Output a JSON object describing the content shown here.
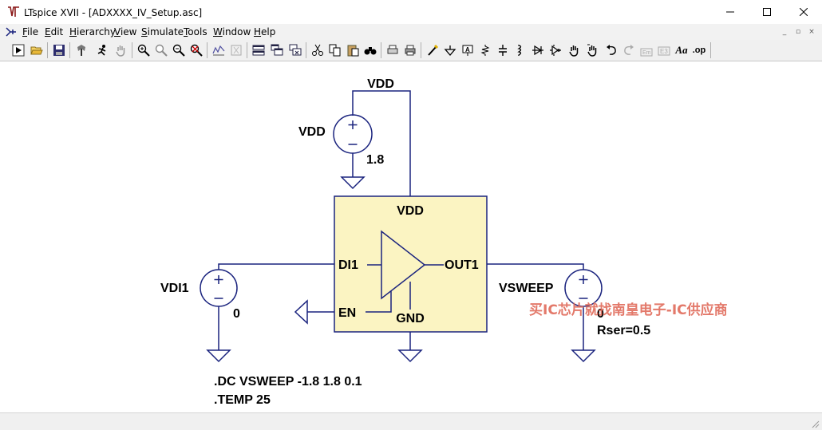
{
  "window": {
    "title": "LTspice XVII - [ADXXXX_IV_Setup.asc]",
    "controls": {
      "minimize": "—",
      "maximize": "☐",
      "close": "✕"
    }
  },
  "menu": {
    "items": [
      {
        "label": "File",
        "key": "F",
        "rest": "ile"
      },
      {
        "label": "Edit",
        "key": "E",
        "rest": "dit"
      },
      {
        "label": "Hierarchy",
        "key": "H",
        "rest": "ierarchy"
      },
      {
        "label": "View",
        "key": "V",
        "rest": "iew"
      },
      {
        "label": "Simulate",
        "key": "S",
        "rest": "imulate"
      },
      {
        "label": "Tools",
        "key": "T",
        "rest": "ools"
      },
      {
        "label": "Window",
        "key": "W",
        "rest": "indow"
      },
      {
        "label": "Help",
        "key": "H",
        "rest": "elp"
      }
    ],
    "mdi_controls": {
      "minimize": "_",
      "restore": "▫",
      "close": "×"
    }
  },
  "toolbar": {
    "icons": [
      "run-icon",
      "open-icon",
      "save-icon",
      "control-panel-icon",
      "halt-icon",
      "pan-icon",
      "zoom-in-icon",
      "zoom-area-icon",
      "zoom-out-icon",
      "zoom-fit-icon",
      "autorange-icon",
      "delete-plot-icon",
      "tile-icon",
      "cascade-icon",
      "close-all-icon",
      "cut-icon",
      "copy-icon",
      "paste-icon",
      "find-icon",
      "print-preview-icon",
      "print-icon",
      "wire-icon",
      "ground-icon",
      "label-net-icon",
      "resistor-icon",
      "capacitor-icon",
      "inductor-icon",
      "diode-icon",
      "component-icon",
      "move-icon",
      "drag-icon",
      "undo-icon",
      "redo-icon",
      "rotate-icon",
      "mirror-icon",
      "text-icon",
      "spice-directive-icon"
    ],
    "text_tool": "Aa",
    "directive_tool": ".op"
  },
  "schematic": {
    "vdd_source": {
      "name": "VDD",
      "value": "1.8"
    },
    "vdd_net_label": "VDD",
    "vdi1_source": {
      "name": "VDI1",
      "value": "0"
    },
    "vsweep_source": {
      "name": "VSWEEP",
      "value": "0",
      "rser": "Rser=0.5"
    },
    "block": {
      "vdd_pin": "VDD",
      "di1_pin": "DI1",
      "en_pin": "EN",
      "gnd_pin": "GND",
      "out1_pin": "OUT1"
    },
    "directives": [
      ".DC VSWEEP -1.8 1.8 0.1",
      ".TEMP 25"
    ],
    "watermark": "买IC芯片就找南皇电子-IC供应商"
  },
  "colors": {
    "wire": "#1a237e",
    "block_fill": "#fbf4c2",
    "block_border": "#1a237e",
    "watermark": "#e06a5a"
  }
}
